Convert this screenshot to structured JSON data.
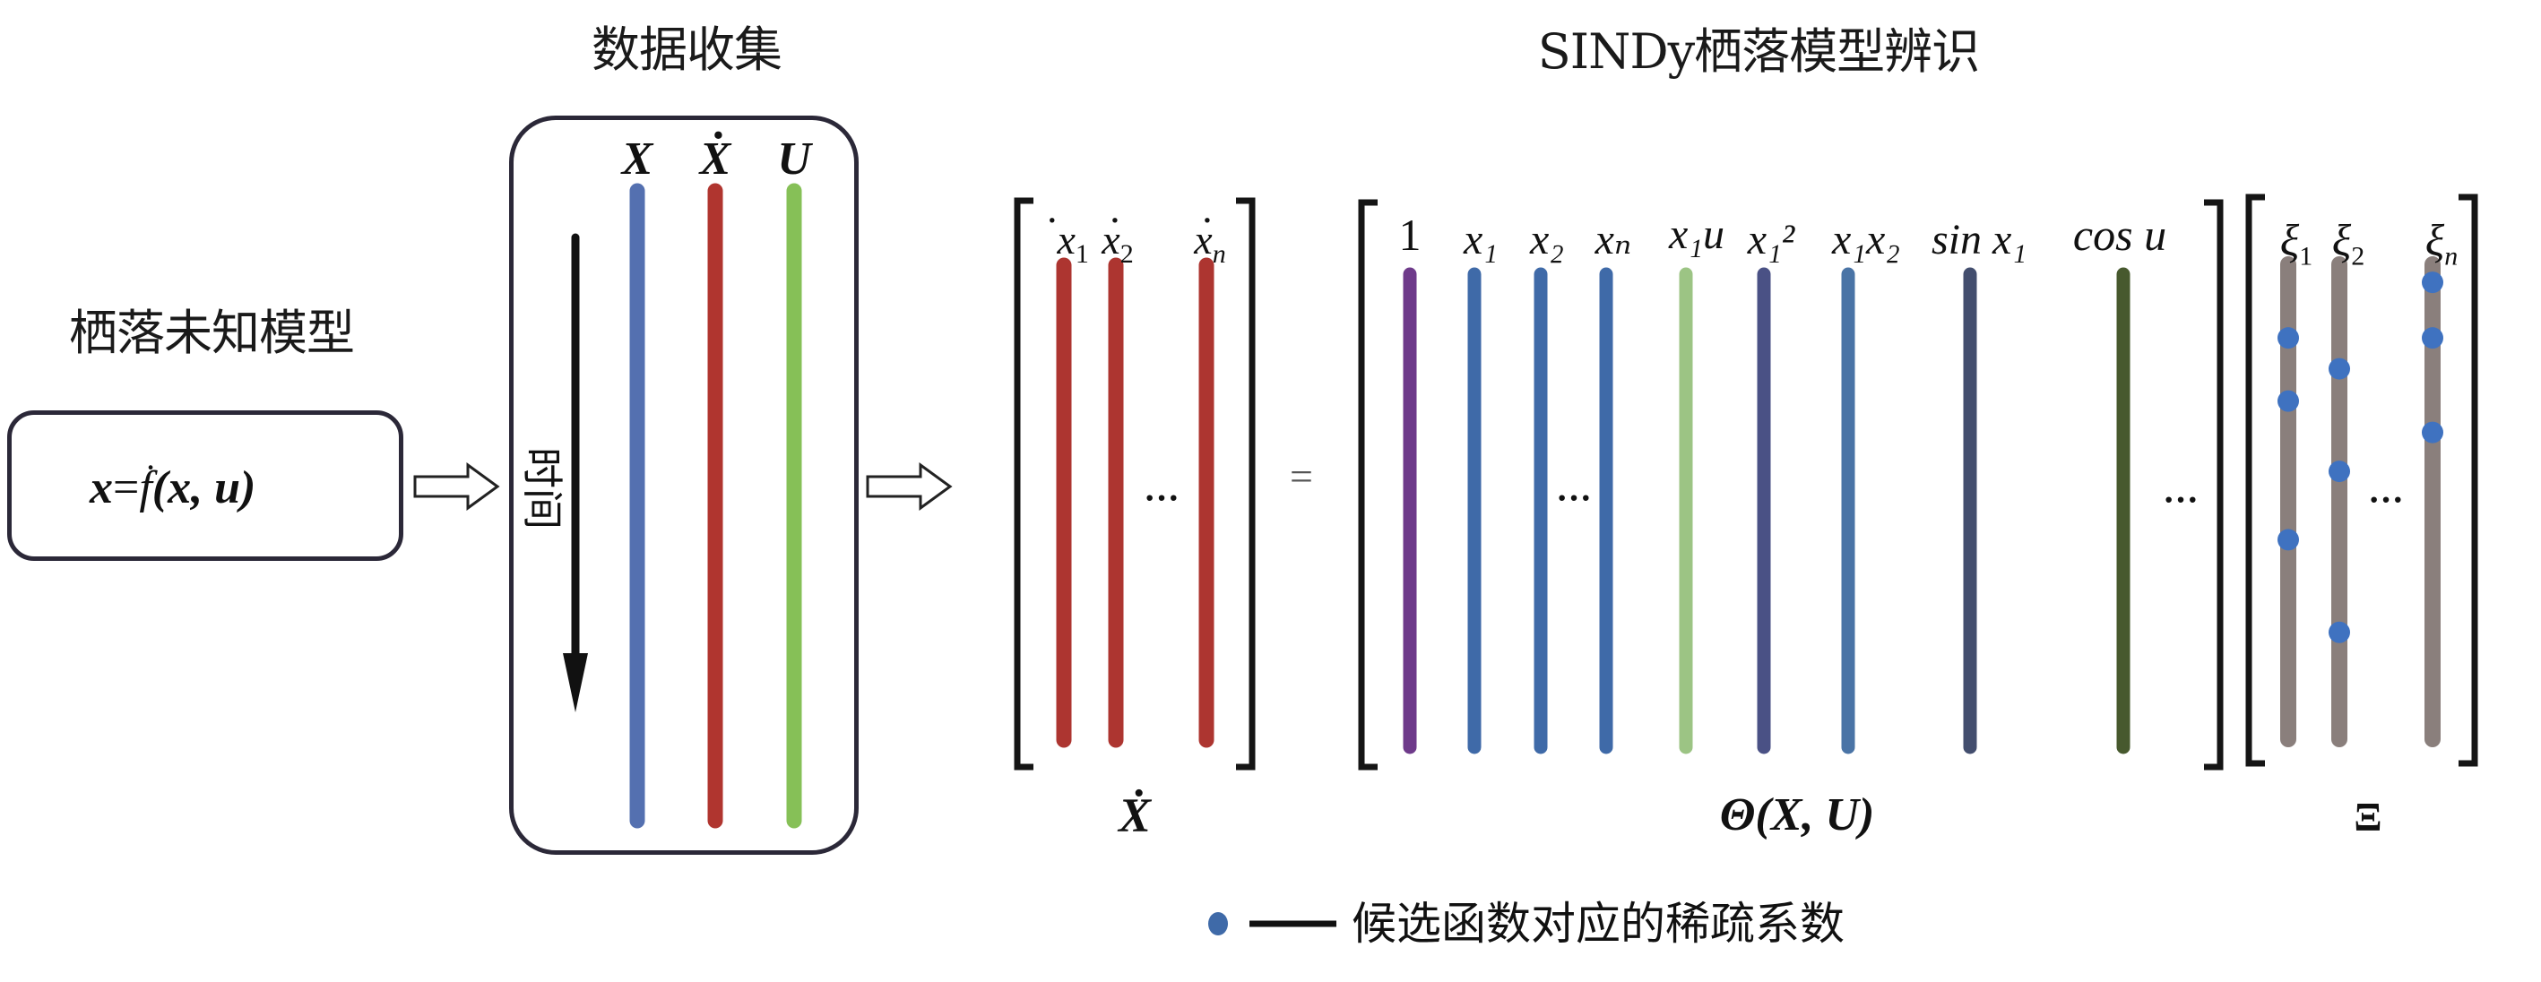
{
  "titles": {
    "unknown_model": "栖落未知模型",
    "data_collection": "数据收集",
    "sindy": "SINDy栖落模型辨识"
  },
  "model_box": {
    "equation": "ẋ=f(x, u)",
    "lhs": "x",
    "eq": "=",
    "func": "f",
    "args": "(x, u)"
  },
  "data_collection": {
    "time_label": "时间",
    "columns": [
      {
        "label": "X",
        "dot": false,
        "color": "#5470b0"
      },
      {
        "label": "X",
        "dot": true,
        "color": "#b0352f"
      },
      {
        "label": "U",
        "dot": false,
        "color": "#86c057"
      }
    ]
  },
  "sindy": {
    "equals": "=",
    "ellipsis": "···",
    "xdot_matrix": {
      "label": "Ẋ",
      "columns": [
        {
          "label": "ẋ",
          "sub": "1",
          "color": "#ad3530"
        },
        {
          "label": "ẋ",
          "sub": "2",
          "color": "#ad3530"
        },
        {
          "label": "ẋ",
          "sub": "n",
          "color": "#ad3530"
        }
      ]
    },
    "theta_matrix": {
      "label": "Θ(X, U)",
      "columns": [
        {
          "label": "1",
          "color": "#6e3a8a"
        },
        {
          "label": "x₁",
          "color": "#3f6aa8"
        },
        {
          "label": "x₂",
          "color": "#3f6aa8"
        },
        {
          "label": "xₙ",
          "color": "#3f6aa8"
        },
        {
          "label": "x₁u",
          "color": "#9cc484"
        },
        {
          "label": "x₁²",
          "color": "#4a5185"
        },
        {
          "label": "x₁x₂",
          "color": "#4a74a6"
        },
        {
          "label": "sin x₁",
          "color": "#434e6e"
        },
        {
          "label": "cos u",
          "color": "#47592e"
        }
      ]
    },
    "xi_matrix": {
      "label": "Ξ",
      "bar_color": "#8a7f7c",
      "dot_color": "#3f72c0",
      "columns": [
        {
          "label": "ξ",
          "sub": "1",
          "nonzero_rows_fraction": [
            0.155,
            0.288,
            0.58
          ]
        },
        {
          "label": "ξ",
          "sub": "2",
          "nonzero_rows_fraction": [
            0.22,
            0.436,
            0.775
          ]
        },
        {
          "label": "ξ",
          "sub": "n",
          "nonzero_rows_fraction": [
            0.038,
            0.155,
            0.354
          ]
        }
      ]
    }
  },
  "legend": {
    "text": "候选函数对应的稀疏系数",
    "dot_color": "#3f6aa8"
  }
}
